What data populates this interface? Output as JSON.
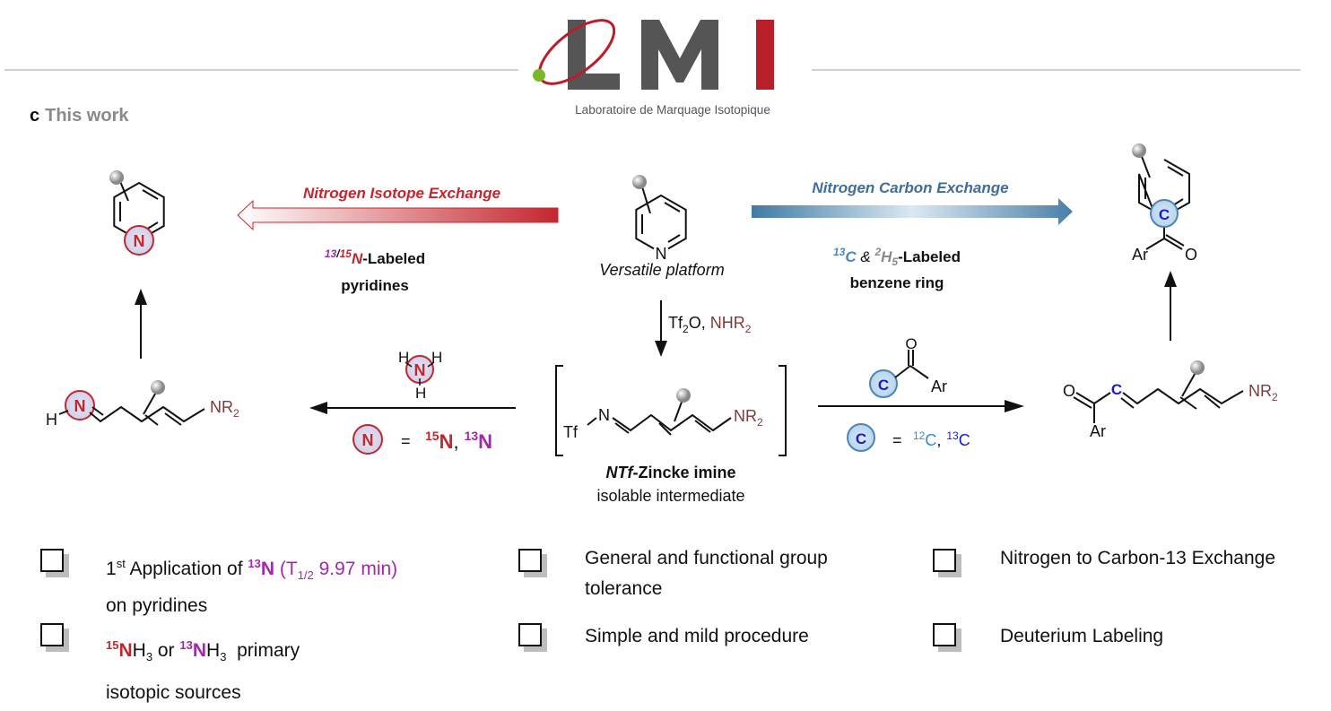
{
  "logo": {
    "letters": "LMI",
    "subtitle": "Laboratoire de Marquage Isotopique"
  },
  "section": {
    "letter": "c",
    "title": "This work"
  },
  "nie": {
    "label": "Nitrogen Isotope Exchange",
    "sup13": "13",
    "slash": "/",
    "sup15": "15",
    "n": "N",
    "rest": "-Labeled",
    "line2": "pyridines"
  },
  "nce": {
    "label": "Nitrogen Carbon Exchange",
    "c_sup": "13",
    "c": "C",
    "amp": " & ",
    "h_sup": "2",
    "h": "H",
    "h_sub": "5",
    "rest": "-Labeled",
    "line2": "benzene ring"
  },
  "start": {
    "n": "N",
    "label": "Versatile platform"
  },
  "step1": {
    "tf": "Tf",
    "tf_sub": "2",
    "o": "O, ",
    "nhr": "NHR",
    "nhr_sub": "2"
  },
  "zincke": {
    "tf": "Tf",
    "n": "N",
    "nr": "NR",
    "nr_sub": "2",
    "name_it": "NTf",
    "name_rest": "-Zincke imine",
    "sub": "isolable intermediate"
  },
  "ammonia": {
    "h": "H",
    "n": "N",
    "eq": "=",
    "n15_sup": "15",
    "n15": "N",
    "comma": ",",
    "n13_sup": "13",
    "n13": "N"
  },
  "left_int": {
    "h": "H",
    "n": "N",
    "nr": "NR",
    "nr_sub": "2"
  },
  "left_prod": {
    "n": "N"
  },
  "ketone": {
    "c": "C",
    "o": "O",
    "ar": "Ar",
    "eq": "=",
    "c12_sup": "12",
    "c12": "C",
    "comma": ",",
    "c13_sup": "13",
    "c13": "C"
  },
  "right_int": {
    "o": "O",
    "c": "C",
    "ar": "Ar",
    "nr": "NR",
    "nr_sub": "2"
  },
  "right_prod": {
    "c": "C",
    "ar": "Ar",
    "o": "O"
  },
  "features": [
    {
      "pre": "1",
      "pre_sup": "st",
      "mid": " Application of ",
      "iso_sup": "13",
      "iso": "N",
      "paren_open": " (T",
      "half_sub": "1/2",
      "paren_rest": " 9.97 min)",
      "line2": "on pyridines"
    },
    {
      "text": "General and functional group",
      "line2": "tolerance"
    },
    {
      "text": "Nitrogen to Carbon-13 Exchange"
    },
    {
      "a_sup": "15",
      "a": "N",
      "a_h": "H",
      "a_sub": "3",
      "or": " or ",
      "b_sup": "13",
      "b": "N",
      "b_h": "H",
      "b_sub": "3",
      "rest": "  primary",
      "line2": "isotopic sources"
    },
    {
      "text": "Simple and mild procedure"
    },
    {
      "text": "Deuterium Labeling"
    }
  ],
  "colors": {
    "red": "#c4262e",
    "purple": "#a128a8",
    "blue_arrow": "#4a7fa8",
    "blue_c": "#1a1ad0",
    "light_blue": "#2b8fd6",
    "nr2": "#7a3b3b"
  }
}
